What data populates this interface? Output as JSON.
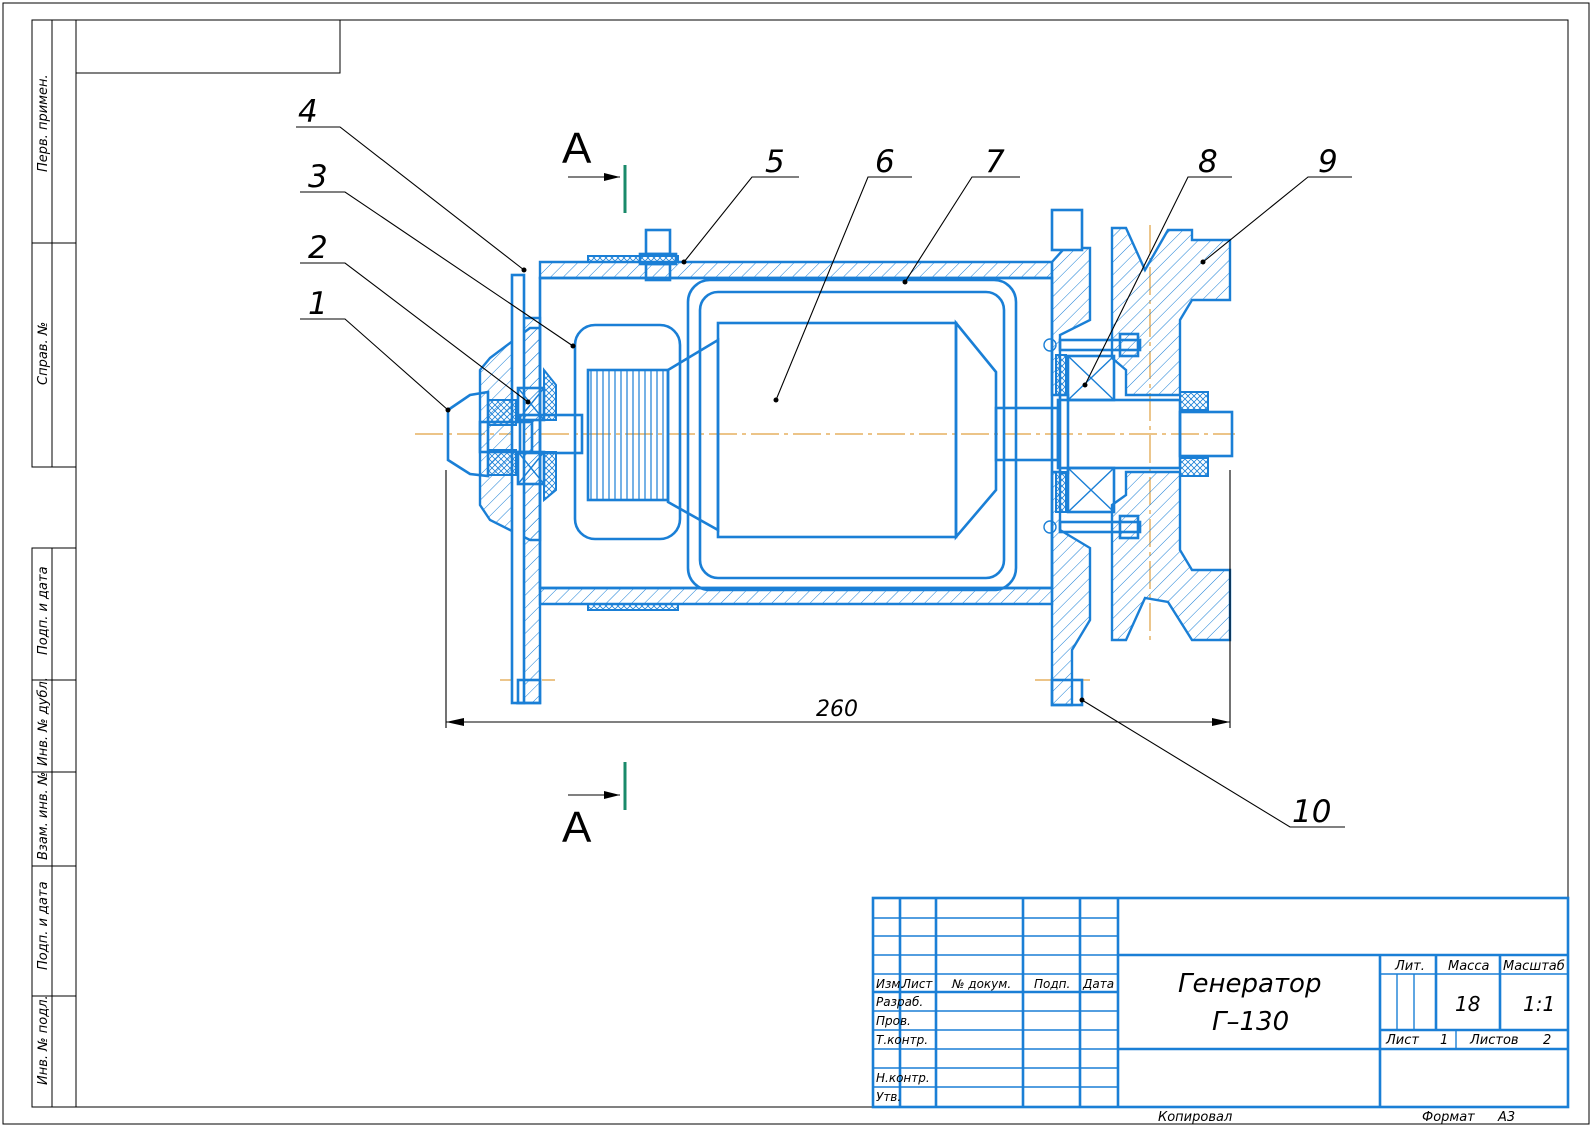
{
  "callouts": [
    "1",
    "2",
    "3",
    "4",
    "5",
    "6",
    "7",
    "8",
    "9",
    "10"
  ],
  "section": {
    "mark": "A"
  },
  "dimension": {
    "value": "260"
  },
  "side_stamps": [
    "Перв. примен.",
    "Справ. №",
    "Подп. и дата",
    "Инв. № дубл.",
    "Взам. инв. №",
    "Подп. и дата",
    "Инв. № подл."
  ],
  "title_block": {
    "headers": [
      "Изм.",
      "Лист",
      "№ докум.",
      "Подп.",
      "Дата"
    ],
    "rows": [
      "Разраб.",
      "Пров.",
      "Т.контр.",
      "Н.контр.",
      "Утв."
    ],
    "title_line1": "Генератор",
    "title_line2": "Г–130",
    "lit_label": "Лит.",
    "mass_label": "Масса",
    "scale_label": "Масштаб",
    "mass_value": "18",
    "scale_value": "1:1",
    "sheet_label": "Лист",
    "sheet_value": "1",
    "sheets_label": "Листов",
    "sheets_value": "2",
    "copied": "Копировал",
    "format_label": "Формат",
    "format_value": "А3"
  },
  "colors": {
    "line": "#1a7fd6",
    "axis": "#e0a040",
    "section_mark": "#1a8a6a"
  }
}
